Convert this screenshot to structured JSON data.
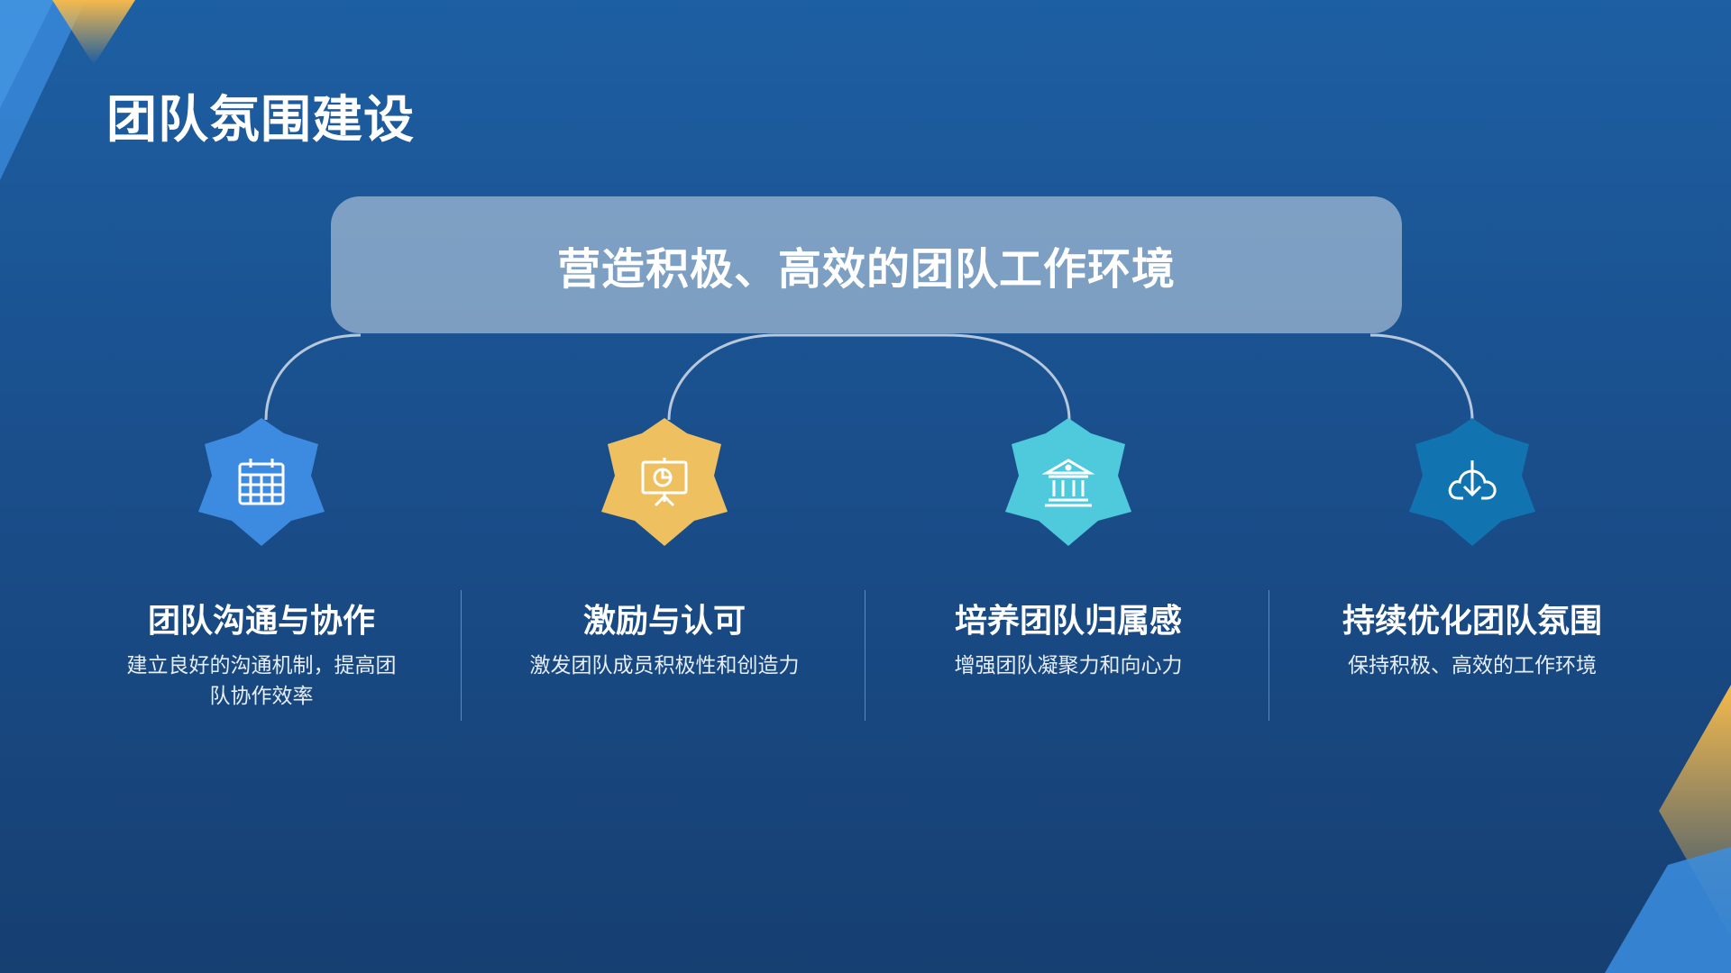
{
  "slide": {
    "title": "团队氛围建设",
    "headline": "营造积极、高效的团队工作环境"
  },
  "items": [
    {
      "title": "团队沟通与协作",
      "desc": "建立良好的沟通机制，提高团队协作效率",
      "icon": "calendar-icon",
      "color": "#3d8be0"
    },
    {
      "title": "激励与认可",
      "desc": "激发团队成员积极性和创造力",
      "icon": "presentation-icon",
      "color": "#eec060"
    },
    {
      "title": "培养团队归属感",
      "desc": "增强团队凝聚力和向心力",
      "icon": "bank-icon",
      "color": "#4ecadc"
    },
    {
      "title": "持续优化团队氛围",
      "desc": "保持积极、高效的工作环境",
      "icon": "cloud-download-icon",
      "color": "#1173b0"
    }
  ],
  "colors": {
    "background": "#1a4f8c",
    "accent_gold": "#f2b84b",
    "accent_light": "#3d8be0"
  }
}
